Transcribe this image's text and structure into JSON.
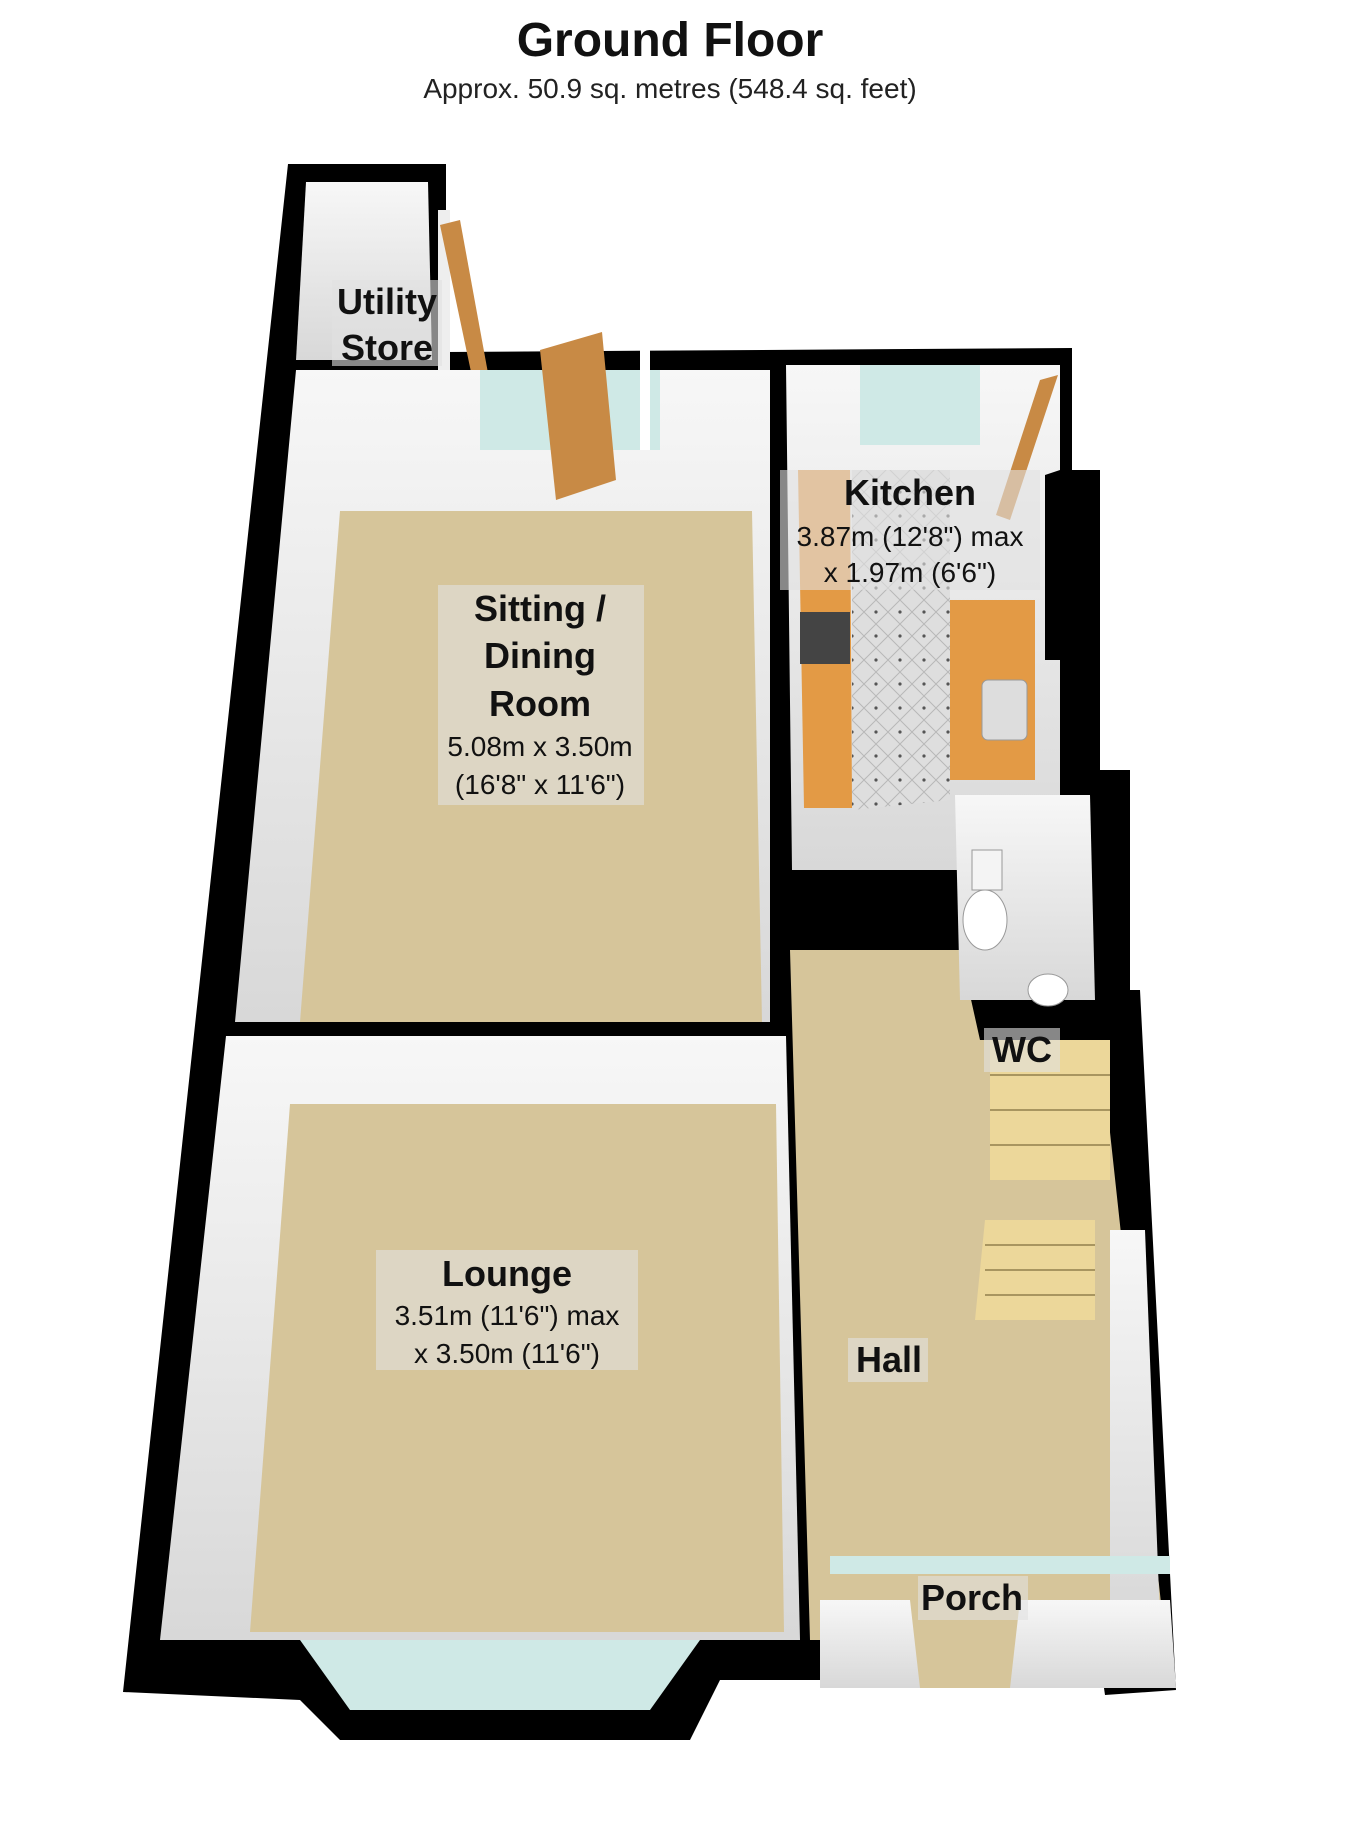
{
  "header": {
    "title": "Ground Floor",
    "subtitle": "Approx.  50.9 sq. metres (548.4 sq. feet)"
  },
  "rooms": {
    "utility": {
      "name_line1": "Utility",
      "name_line2": "Store"
    },
    "sitting": {
      "name_line1": "Sitting /",
      "name_line2": "Dining",
      "name_line3": "Room",
      "dim_line1": "5.08m x 3.50m",
      "dim_line2": "(16'8\" x 11'6\")"
    },
    "kitchen": {
      "name": "Kitchen",
      "dim_line1": "3.87m (12'8\") max",
      "dim_line2": "x 1.97m (6'6\")"
    },
    "lounge": {
      "name": "Lounge",
      "dim_line1": "3.51m (11'6\") max",
      "dim_line2": "x 3.50m (11'6\")"
    },
    "hall": {
      "name": "Hall"
    },
    "wc": {
      "name": "WC"
    },
    "porch": {
      "name": "Porch"
    }
  },
  "colors": {
    "wall": "#000000",
    "carpet": "#d6c59a",
    "inner_wall": "#f0f0f0",
    "worktop": "#e39a45",
    "kitchen_floor": "#dcdcdc",
    "glass": "#cfe9e6",
    "door": "#c88a45"
  }
}
